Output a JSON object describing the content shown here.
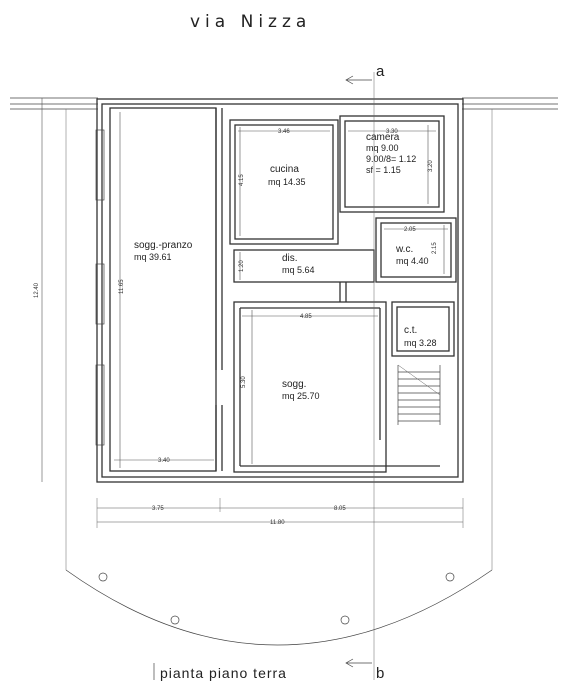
{
  "street": "via   Nizza",
  "section_marks": {
    "top": "a",
    "bottom": "b"
  },
  "title": "pianta  piano  terra",
  "rooms": {
    "soggiorno_pranzo": {
      "name": "sogg.-pranzo",
      "area": "mq 39.61"
    },
    "cucina": {
      "name": "cucina",
      "area": "mq 14.35"
    },
    "camera": {
      "name": "camera",
      "area": "mq 9.00",
      "ratio": "9.00/8= 1.12",
      "sf": "sf = 1.15"
    },
    "wc": {
      "name": "w.c.",
      "area": "mq 4.40"
    },
    "dis": {
      "name": "dis.",
      "area": "mq 5.64"
    },
    "ct": {
      "name": "c.t.",
      "area": "mq 3.28"
    },
    "soggiorno": {
      "name": "sogg.",
      "area": "mq 25.70"
    }
  },
  "dimensions": {
    "cucina_w": "3.46",
    "camera_w": "3.30",
    "cucina_h": "4.15",
    "camera_h": "3.20",
    "wc_w": "2.05",
    "wc_h": "2.15",
    "dis_h": "1.20",
    "sogg_w": "4.85",
    "sogg_h": "5.30",
    "pranzo_h": "11.65",
    "pranzo_w": "3.40",
    "total_h": "12.40",
    "left_w": "3.75",
    "right_w": "8.05",
    "total_w": "11.80"
  }
}
